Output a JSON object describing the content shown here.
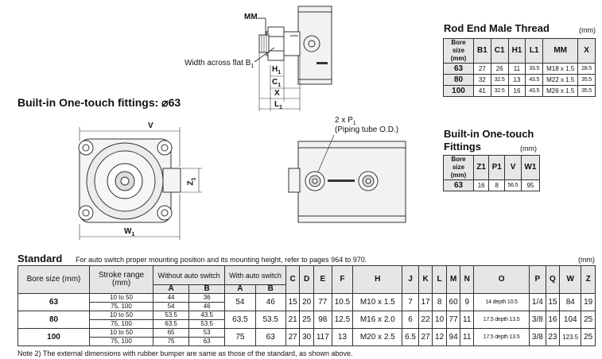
{
  "drawing": {
    "mm_label": "MM",
    "width_across_flat": "Width across flat B",
    "width_across_flat_sub": "1",
    "h1": "H",
    "h1_sub": "1",
    "c1": "C",
    "c1_sub": "1",
    "x": "X",
    "l1": "L",
    "l1_sub": "1",
    "v": "V",
    "z1": "Z",
    "z1_sub": "1",
    "w1": "W",
    "w1_sub": "1",
    "p1": "2 x P",
    "p1_sub": "1",
    "piping": "(Piping tube O.D.)"
  },
  "builtin_title": "Built-in One-touch fittings: ⌀63",
  "rod_end": {
    "title": "Rod End Male Thread",
    "unit": "(mm)",
    "headers": [
      "Bore size (mm)",
      "B1",
      "C1",
      "H1",
      "L1",
      "MM",
      "X"
    ],
    "rows": [
      [
        "63",
        "27",
        "26",
        "11",
        "33.5",
        "M18 x 1.5",
        "28.5"
      ],
      [
        "80",
        "32",
        "32.5",
        "13",
        "43.5",
        "M22 x 1.5",
        "35.5"
      ],
      [
        "100",
        "41",
        "32.5",
        "16",
        "43.5",
        "M26 x 1.5",
        "35.5"
      ]
    ]
  },
  "fittings": {
    "title_line1": "Built-in One-touch",
    "title_line2": "Fittings",
    "unit": "(mm)",
    "headers": [
      "Bore size (mm)",
      "Z1",
      "P1",
      "V",
      "W1"
    ],
    "row": [
      "63",
      "16",
      "8",
      "56.5",
      "95"
    ]
  },
  "standard": {
    "title": "Standard",
    "subtitle": "For auto switch proper mounting position and its mounting height, refer to pages 964 to 970.",
    "unit": "(mm)",
    "h_bore": "Bore size (mm)",
    "h_stroke": "Stroke range (mm)",
    "h_without": "Without auto switch",
    "h_with": "With auto switch",
    "h_a": "A",
    "h_b": "B",
    "cols": [
      "C",
      "D",
      "E",
      "F",
      "H",
      "J",
      "K",
      "L",
      "M",
      "N",
      "O",
      "P",
      "Q",
      "W",
      "Z"
    ],
    "rows": [
      {
        "bore": "63",
        "strokes": [
          "10 to 50",
          "75, 100"
        ],
        "wo_a": [
          "44",
          "54"
        ],
        "wo_b": [
          "36",
          "46"
        ],
        "w_a": "54",
        "w_b": "46",
        "vals": [
          "15",
          "20",
          "77",
          "10.5",
          "M10 x 1.5",
          "7",
          "17",
          "8",
          "60",
          "9",
          "14 depth 10.5",
          "1/4",
          "15",
          "84",
          "19"
        ]
      },
      {
        "bore": "80",
        "strokes": [
          "10 to 50",
          "75, 100"
        ],
        "wo_a": [
          "53.5",
          "63.5"
        ],
        "wo_b": [
          "43.5",
          "53.5"
        ],
        "w_a": "63.5",
        "w_b": "53.5",
        "vals": [
          "21",
          "25",
          "98",
          "12.5",
          "M16 x 2.0",
          "6",
          "22",
          "10",
          "77",
          "11",
          "17.5 depth 13.5",
          "3/8",
          "16",
          "104",
          "25"
        ]
      },
      {
        "bore": "100",
        "strokes": [
          "10 to 50",
          "75, 100"
        ],
        "wo_a": [
          "65",
          "75"
        ],
        "wo_b": [
          "53",
          "63"
        ],
        "w_a": "75",
        "w_b": "63",
        "vals": [
          "27",
          "30",
          "117",
          "13",
          "M20 x 2.5",
          "6.5",
          "27",
          "12",
          "94",
          "11",
          "17.5 depth 13.5",
          "3/8",
          "23",
          "123.5",
          "25"
        ]
      }
    ]
  },
  "note": "Note 2) The external dimensions with rubber bumper are same as those of the standard, as shown above."
}
